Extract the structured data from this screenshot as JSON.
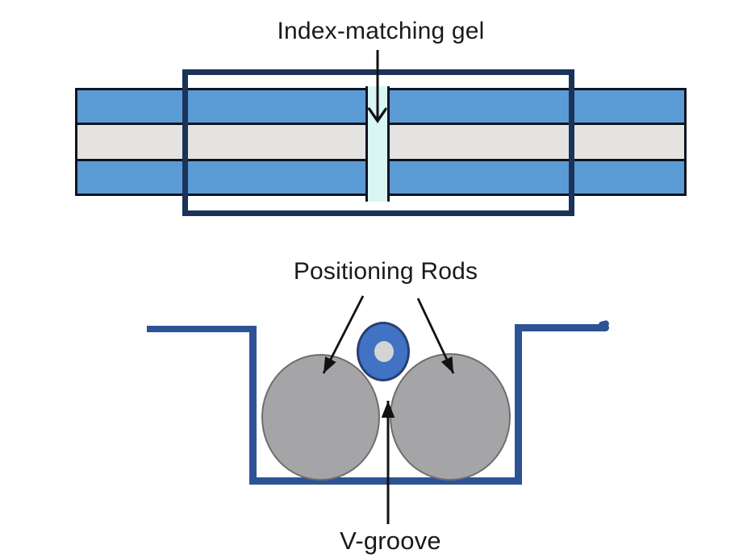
{
  "splice_diagram": {
    "gel_label": "Index-matching gel"
  },
  "vgroove_diagram": {
    "rods_label": "Positioning Rods",
    "groove_label": "V-groove"
  },
  "colors": {
    "background": "#ffffff",
    "text_black": "#1a1a1a",
    "fiber_stripe_blue": "#5b9bd5",
    "fiber_stripe_gray": "#e4e3e1",
    "stripe_border_black": "#10131f",
    "gel_cyan": "#d9f6f4",
    "sleeve_navy": "#1b3259",
    "channel_blue": "#2e5395",
    "rod_gray": "#a5a5a7",
    "rod_outline": "#6e6e70",
    "fiber_blue": "#4272c4",
    "fiber_outline": "#28406e",
    "fiber_core_gray": "#d4d4d6",
    "arrow_black": "#121212"
  }
}
